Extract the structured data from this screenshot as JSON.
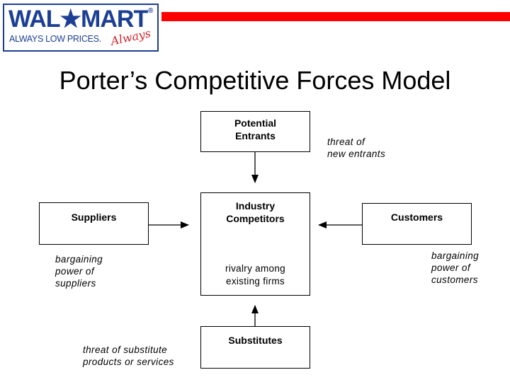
{
  "logo": {
    "wordmark": "WAL★MART",
    "registered": "®",
    "tagline": "ALWAYS LOW PRICES.",
    "script": "Always"
  },
  "title": "Porter’s Competitive Forces Model",
  "boxes": {
    "potential_entrants": "Potential\nEntrants",
    "industry_competitors": "Industry\nCompetitors",
    "industry_sub": "rivalry among\nexisting firms",
    "suppliers": "Suppliers",
    "customers": "Customers",
    "substitutes": "Substitutes"
  },
  "notes": {
    "entrants": "threat of\nnew entrants",
    "suppliers": "bargaining\npower of\nsuppliers",
    "customers": "bargaining\npower of\ncustomers",
    "substitutes": "threat of substitute\nproducts or services"
  },
  "colors": {
    "logo_blue": "#1c3f94",
    "accent_red": "#ff0000",
    "line": "#000000"
  }
}
